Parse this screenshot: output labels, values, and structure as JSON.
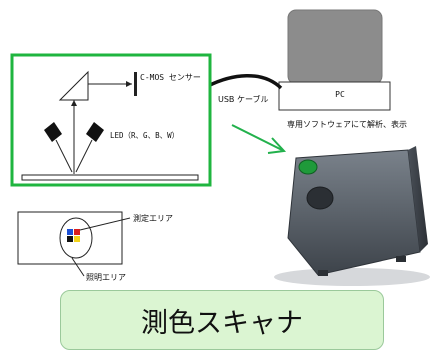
{
  "pc": {
    "label": "PC"
  },
  "usb": {
    "label": "USB ケーブル"
  },
  "software": {
    "label": "専用ソフトウェアにて解析、表示"
  },
  "sensor": {
    "cmos_label": "C-MOS センサー",
    "led_label": "LED（R、G、B、W）"
  },
  "sample_diagram": {
    "measurement_area_label": "測定エリア",
    "illumination_area_label": "照明エリア"
  },
  "title": {
    "text": "測色スキャナ"
  },
  "colors": {
    "highlight_frame": "#1fb53f",
    "arrow": "#22b14c",
    "title_fill": "#dbf5d2",
    "title_border": "#9bc99b",
    "device_body": "#565d66",
    "device_button": "#1f9a3a",
    "pc_screen": "#8c8c8c"
  }
}
